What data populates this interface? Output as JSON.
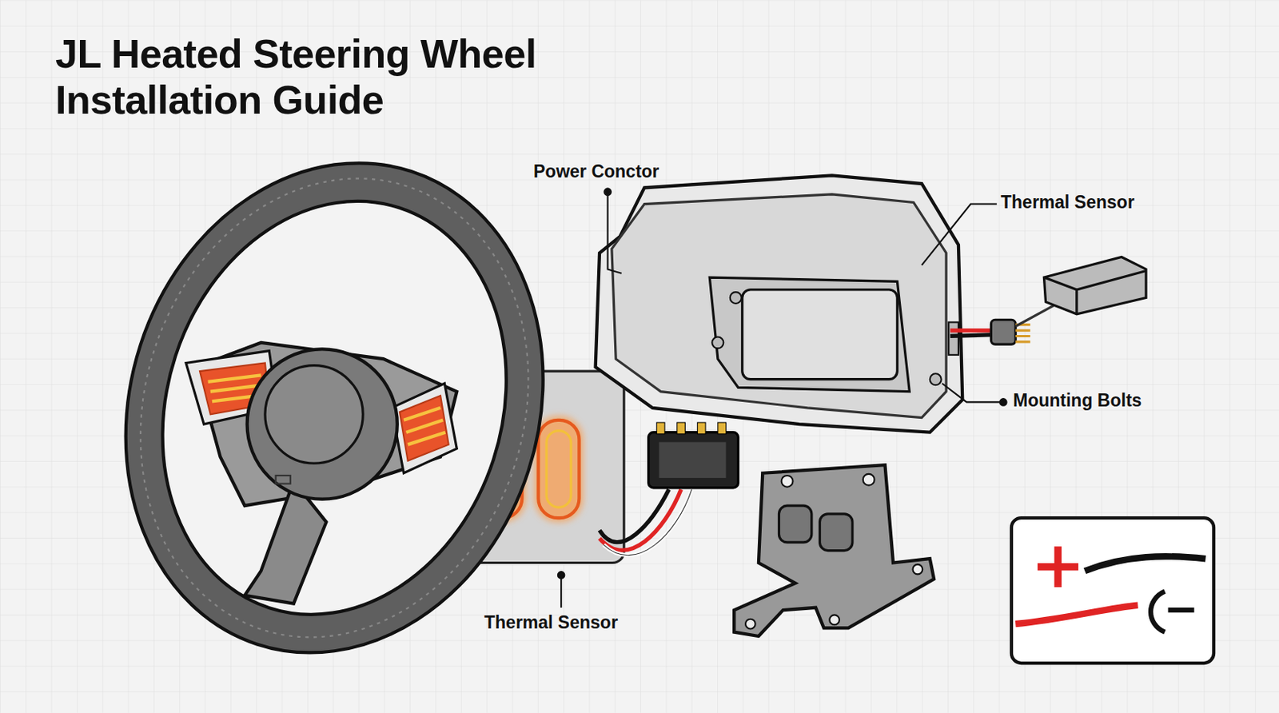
{
  "diagram": {
    "title": "JL Heated Steering Wheel Installation Guide",
    "labels": [
      "Power Conctor",
      "Thermal Sensor",
      "Mounting Bolts",
      "Thermal Sensor"
    ]
  }
}
